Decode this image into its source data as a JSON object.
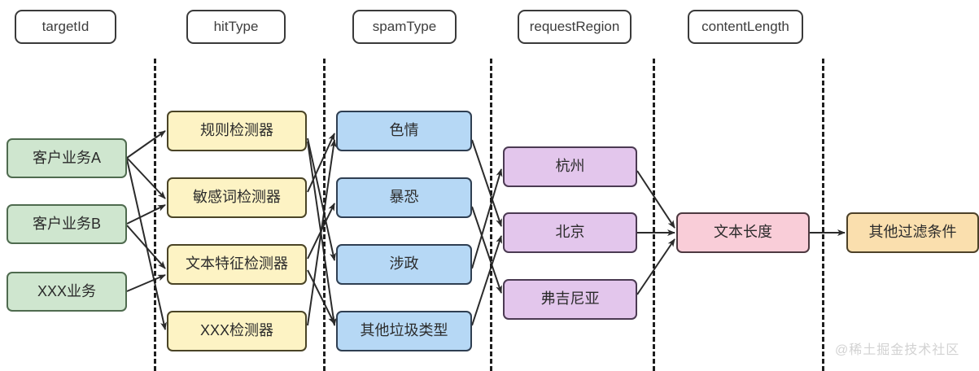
{
  "diagram": {
    "title": "Spam detection pipeline dimension flow",
    "background_color": "#ffffff",
    "watermark": "@稀土掘金技术社区",
    "headers": [
      {
        "label": "targetId"
      },
      {
        "label": "hitType"
      },
      {
        "label": "spamType"
      },
      {
        "label": "requestRegion"
      },
      {
        "label": "contentLength"
      }
    ],
    "columns": [
      {
        "name": "targetId",
        "color": "#cfe6cf",
        "nodes": [
          {
            "label": "客户业务A"
          },
          {
            "label": "客户业务B"
          },
          {
            "label": "XXX业务"
          }
        ]
      },
      {
        "name": "hitType",
        "color": "#fdf3c4",
        "nodes": [
          {
            "label": "规则检测器"
          },
          {
            "label": "敏感词检测器"
          },
          {
            "label": "文本特征检测器"
          },
          {
            "label": "XXX检测器"
          }
        ]
      },
      {
        "name": "spamType",
        "color": "#b6d8f5",
        "nodes": [
          {
            "label": "色情"
          },
          {
            "label": "暴恐"
          },
          {
            "label": "涉政"
          },
          {
            "label": "其他垃圾类型"
          }
        ]
      },
      {
        "name": "requestRegion",
        "color": "#e3c6ec",
        "nodes": [
          {
            "label": "杭州"
          },
          {
            "label": "北京"
          },
          {
            "label": "弗吉尼亚"
          }
        ]
      },
      {
        "name": "contentLength",
        "color": "#f9cdd8",
        "nodes": [
          {
            "label": "文本长度"
          }
        ]
      },
      {
        "name": "otherFilters",
        "color": "#fadfae",
        "nodes": [
          {
            "label": "其他过滤条件"
          }
        ]
      }
    ],
    "edges": [
      {
        "from": "客户业务A",
        "to": "规则检测器"
      },
      {
        "from": "客户业务A",
        "to": "敏感词检测器"
      },
      {
        "from": "客户业务A",
        "to": "XXX检测器"
      },
      {
        "from": "客户业务B",
        "to": "敏感词检测器"
      },
      {
        "from": "客户业务B",
        "to": "文本特征检测器"
      },
      {
        "from": "XXX业务",
        "to": "文本特征检测器"
      },
      {
        "from": "规则检测器",
        "to": "涉政"
      },
      {
        "from": "规则检测器",
        "to": "其他垃圾类型"
      },
      {
        "from": "敏感词检测器",
        "to": "色情"
      },
      {
        "from": "文本特征检测器",
        "to": "暴恐"
      },
      {
        "from": "文本特征检测器",
        "to": "其他垃圾类型"
      },
      {
        "from": "XXX检测器",
        "to": "色情"
      },
      {
        "from": "色情",
        "to": "北京"
      },
      {
        "from": "暴恐",
        "to": "弗吉尼亚"
      },
      {
        "from": "涉政",
        "to": "杭州"
      },
      {
        "from": "其他垃圾类型",
        "to": "北京"
      },
      {
        "from": "杭州",
        "to": "文本长度"
      },
      {
        "from": "北京",
        "to": "文本长度"
      },
      {
        "from": "弗吉尼亚",
        "to": "文本长度"
      },
      {
        "from": "文本长度",
        "to": "其他过滤条件"
      }
    ]
  }
}
